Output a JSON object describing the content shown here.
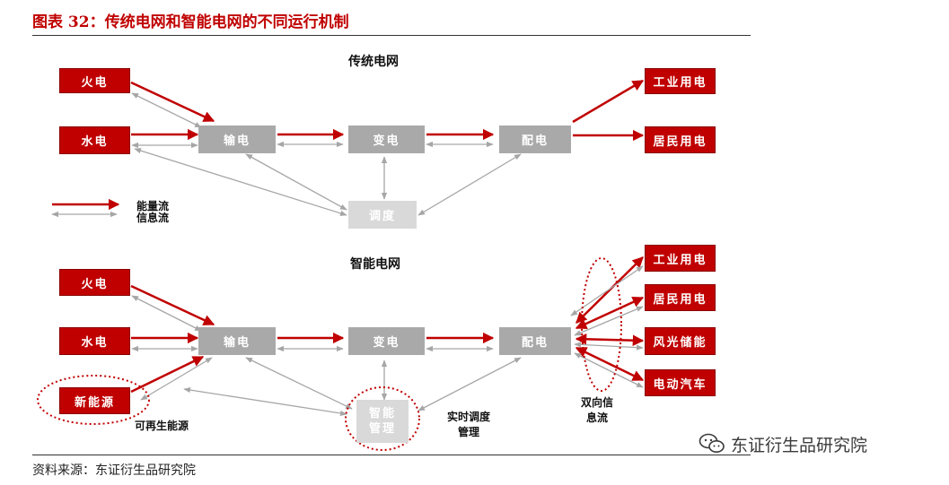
{
  "figure": {
    "title": "图表 32：传统电网和智能电网的不同运行机制",
    "source": "资料来源：东证衍生品研究院",
    "watermark": "东证衍生品研究院",
    "watermark_icon": "wechat-icon"
  },
  "colors": {
    "energy_flow": "#c00000",
    "info_flow": "#a6a6a6",
    "red_node": "#c00000",
    "gray_node": "#a9a9a9",
    "light_gray_node": "#d9d9d9"
  },
  "traditional": {
    "title": "传统电网",
    "sources": [
      "火电",
      "水电"
    ],
    "transmission": "输电",
    "transformation": "变电",
    "distribution": "配电",
    "dispatch": "调度",
    "consumers": [
      "工业用电",
      "居民用电"
    ]
  },
  "legend": {
    "energy": "能量流",
    "info": "信息流"
  },
  "smart": {
    "title": "智能电网",
    "sources": [
      "火电",
      "水电",
      "新能源"
    ],
    "transmission": "输电",
    "transformation": "变电",
    "distribution": "配电",
    "management_line1": "智能",
    "management_line2": "管理",
    "consumers": [
      "工业用电",
      "居民用电",
      "风光储能",
      "电动汽车"
    ],
    "renewable_label": "可再生能源",
    "realtime_line1": "实时调度",
    "realtime_line2": "管理",
    "bidirectional_line1": "双向信",
    "bidirectional_line2": "息流"
  }
}
